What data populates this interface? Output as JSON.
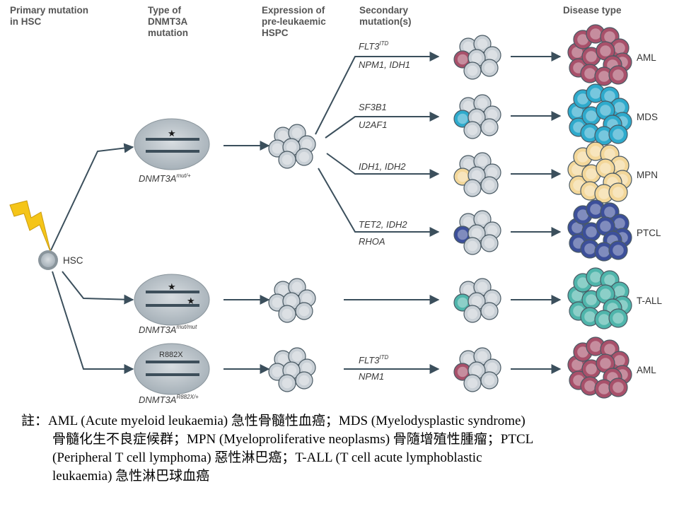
{
  "headers": {
    "primary": [
      "Primary mutation",
      "in HSC"
    ],
    "type": [
      "Type of",
      "DNMT3A",
      "mutation"
    ],
    "expression": [
      "Expression of",
      "pre-leukaemic",
      "HSPC"
    ],
    "secondary": [
      "Secondary",
      "mutation(s)"
    ],
    "disease": "Disease type"
  },
  "hsc_label": "HSC",
  "mutation_types": [
    {
      "main": "DNMT3A",
      "sup": "mut/+"
    },
    {
      "main": "DNMT3A",
      "sup": "mut/mut"
    },
    {
      "main": "DNMT3A",
      "sup": "R882X/+",
      "tag": "R882X"
    }
  ],
  "branches": [
    {
      "line1_main": "FLT3",
      "line1_sup": "ITD",
      "line2": "NPM1, IDH1",
      "disease": "AML",
      "color": "#a8506a"
    },
    {
      "line1_main": "SF3B1",
      "line1_sup": "",
      "line2": "U2AF1",
      "disease": "MDS",
      "color": "#2eaacc"
    },
    {
      "line1_main": "IDH1, IDH2",
      "line1_sup": "",
      "line2": "",
      "disease": "MPN",
      "color": "#f3d79a"
    },
    {
      "line1_main": "TET2, IDH2",
      "line1_sup": "",
      "line2": "RHOA",
      "disease": "PTCL",
      "color": "#3c4f9a"
    },
    {
      "line1_main": "",
      "line1_sup": "",
      "line2": "",
      "disease": "T-ALL",
      "color": "#4fb5ab"
    },
    {
      "line1_main": "FLT3",
      "line1_sup": "ITD",
      "line2": "NPM1",
      "disease": "AML",
      "color": "#a8506a"
    }
  ],
  "colors": {
    "arrow": "#3b4f5c",
    "normal_cell": "#c9d0d6",
    "nucleus": "#a9b3ba",
    "bolt": "#f5c518"
  },
  "note": [
    "註：AML (Acute myeloid leukaemia) 急性骨髓性血癌；MDS (Myelodysplastic syndrome)",
    "骨髓化生不良症候群；MPN (Myeloproliferative neoplasms) 骨隨增殖性腫瘤；PTCL",
    "(Peripheral T cell lymphoma) 惡性淋巴癌；T-ALL (T cell acute lymphoblastic",
    "leukaemia) 急性淋巴球血癌"
  ]
}
